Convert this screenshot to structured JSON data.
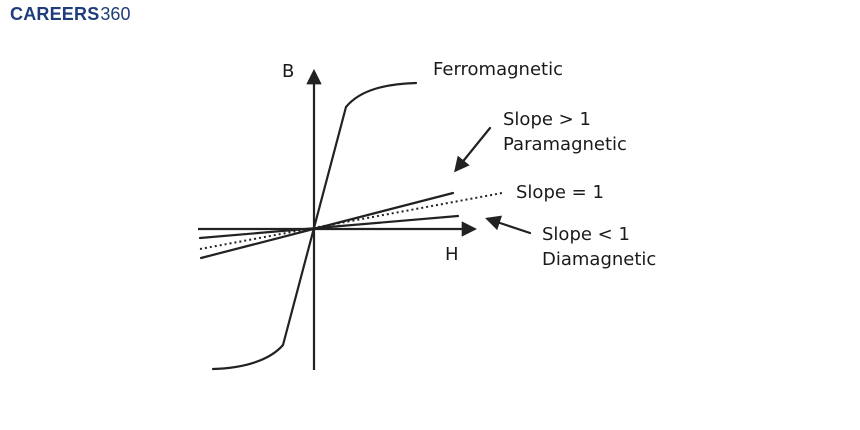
{
  "logo": {
    "part1": "CAREERS",
    "part2": "360"
  },
  "axes": {
    "y_label": "B",
    "x_label": "H"
  },
  "labels": {
    "ferromagnetic": "Ferromagnetic",
    "slope_gt_1": "Slope > 1",
    "paramagnetic": "Paramagnetic",
    "slope_eq_1": "Slope = 1",
    "slope_lt_1": "Slope < 1",
    "diamagnetic": "Diamagnetic"
  },
  "colors": {
    "logo": "#1f3d7a",
    "ink": "#222222"
  }
}
